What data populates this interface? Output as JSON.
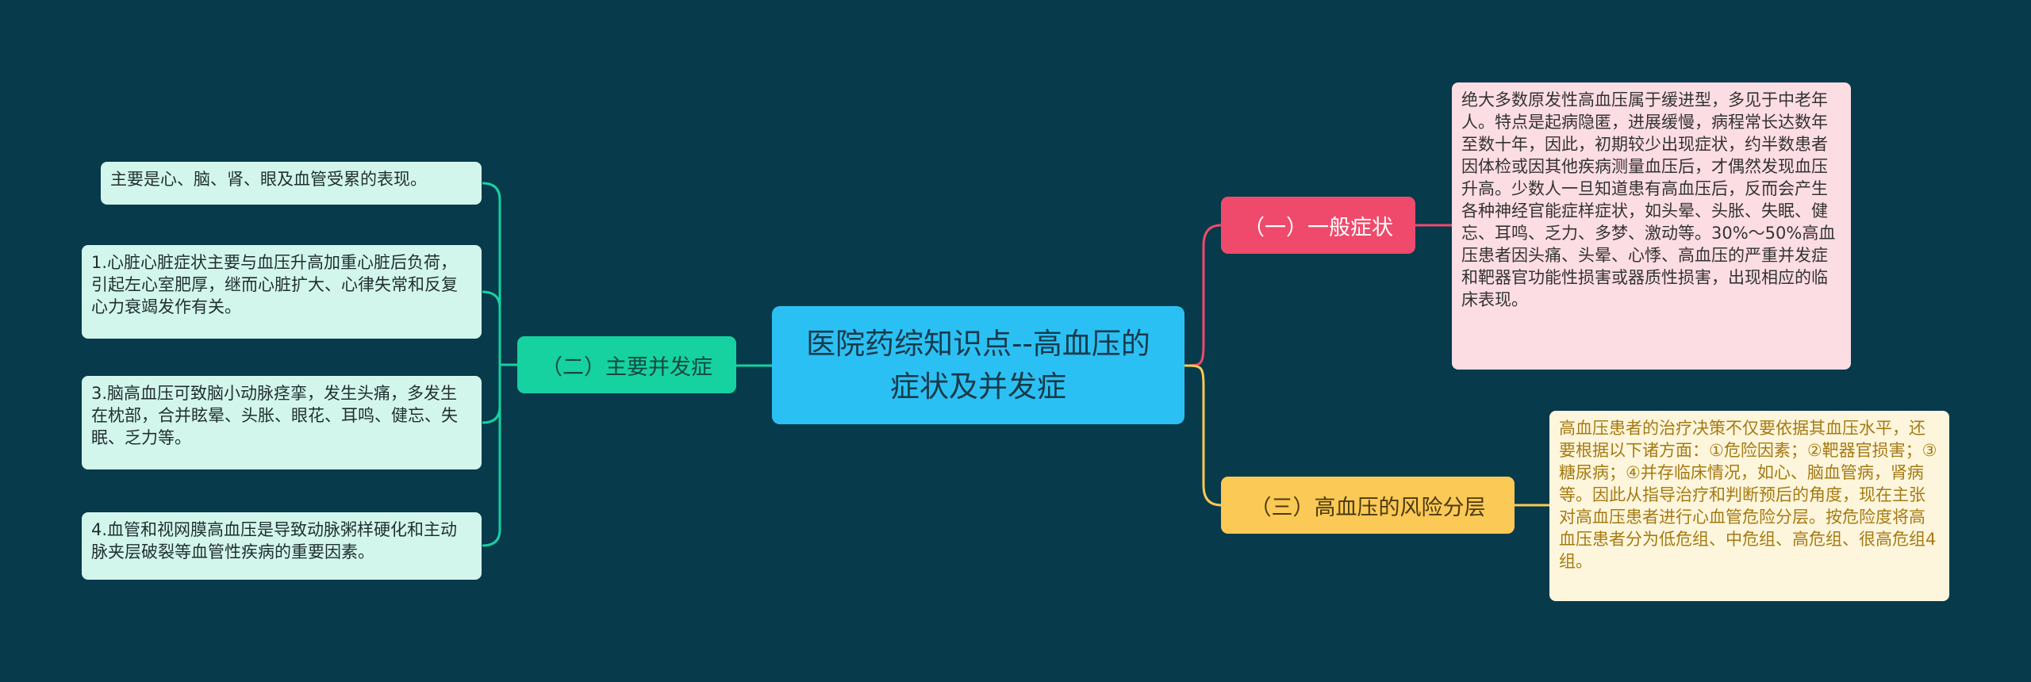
{
  "colors": {
    "background": "#073a4b",
    "center": "#2bc0f4",
    "branch_general": "#ef4a6c",
    "branch_complication": "#16d1a0",
    "branch_risk": "#fbc955",
    "leaf_general": "#fddde4",
    "leaf_complication": "#d3f6ec",
    "leaf_risk": "#fef6dc"
  },
  "center": {
    "title": "医院药综知识点--高血压的症状及并发症"
  },
  "branches": {
    "general": {
      "label": "（一）一般症状",
      "leaf": "绝大多数原发性高血压属于缓进型，多见于中老年人。特点是起病隐匿，进展缓慢，病程常长达数年至数十年，因此，初期较少出现症状，约半数患者因体检或因其他疾病测量血压后，才偶然发现血压升高。少数人一旦知道患有高血压后，反而会产生各种神经官能症样症状，如头晕、头胀、失眠、健忘、耳鸣、乏力、多梦、激动等。30%～50%高血压患者因头痛、头晕、心悸、高血压的严重并发症和靶器官功能性损害或器质性损害，出现相应的临床表现。"
    },
    "complications": {
      "label": "（二）主要并发症",
      "leaves": [
        "主要是心、脑、肾、眼及血管受累的表现。",
        "1.心脏心脏症状主要与血压升高加重心脏后负荷，引起左心室肥厚，继而心脏扩大、心律失常和反复心力衰竭发作有关。",
        "3.脑高血压可致脑小动脉痉挛，发生头痛，多发生在枕部，合并眩晕、头胀、眼花、耳鸣、健忘、失眠、乏力等。",
        "4.血管和视网膜高血压是导致动脉粥样硬化和主动脉夹层破裂等血管性疾病的重要因素。"
      ]
    },
    "risk": {
      "label": "（三）高血压的风险分层",
      "leaf": "高血压患者的治疗决策不仅要依据其血压水平，还要根据以下诸方面：①危险因素；②靶器官损害；③糖尿病；④并存临床情况，如心、脑血管病，肾病等。因此从指导治疗和判断预后的角度，现在主张对高血压患者进行心血管危险分层。按危险度将高血压患者分为低危组、中危组、高危组、很高危组4组。"
    }
  }
}
